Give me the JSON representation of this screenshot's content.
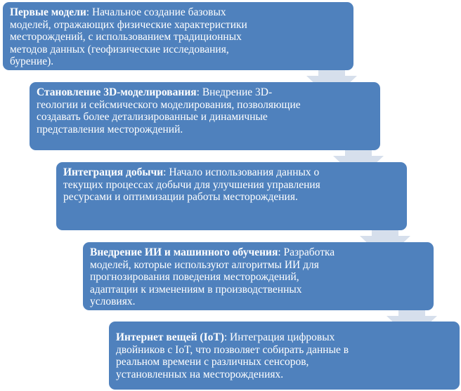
{
  "stages": [
    {
      "title": "Первые модели",
      "text": ": Начальное создание базовых моделей, отражающих физические характеристики месторождений, с использованием традиционных методов данных (геофизические исследования, бурение)."
    },
    {
      "title": "Становление 3D-моделирования",
      "text": ": Внедрение 3D-геологии и сейсмического моделирования, позволяющие создавать более детализированные и динамичные представления месторождений."
    },
    {
      "title": "Интеграция добычи",
      "text": ": Начало использования данных о текущих процессах добычи для улучшения управления ресурсами и оптимизации работы месторождения."
    },
    {
      "title": "Внедрение ИИ и машинного обучения",
      "text": ": Разработка моделей, которые используют алгоритмы ИИ для прогнозирования поведения месторождений, адаптации к изменениям в производственных условиях."
    },
    {
      "title": "Интернет вещей (IoT)",
      "text": ": Интеграция цифровых двойников с IoT, что позволяет собирать данные в реальном времени с различных сенсоров, установленных на месторождениях."
    }
  ],
  "colors": {
    "box": "#4F81BD",
    "arrow": "#C8D3E5"
  }
}
